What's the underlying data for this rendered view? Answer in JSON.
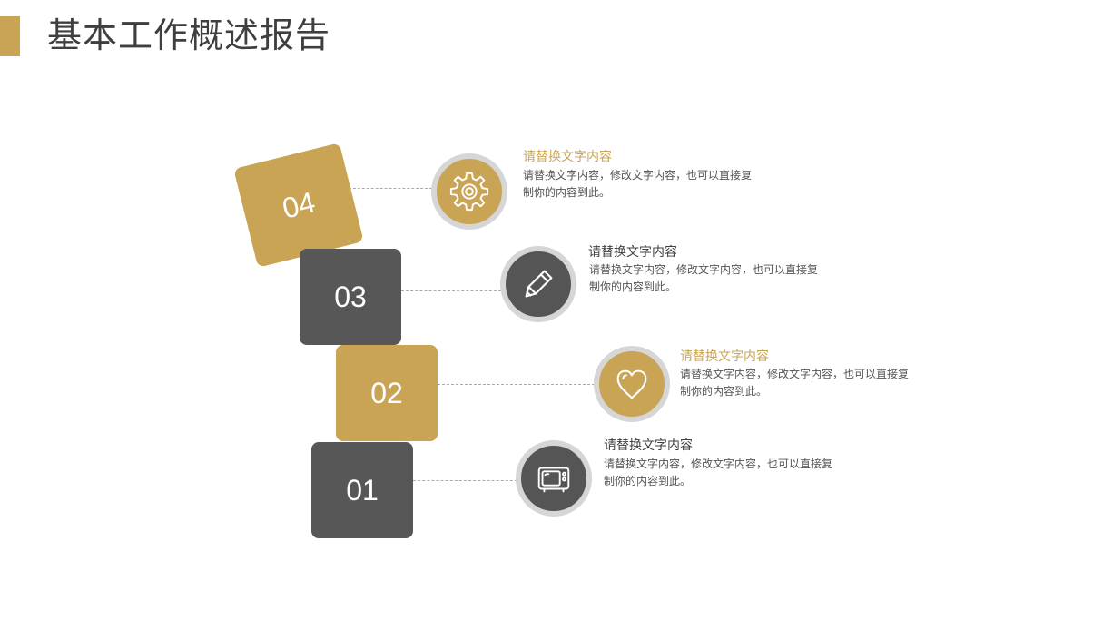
{
  "header": {
    "title": "基本工作概述报告"
  },
  "colors": {
    "gold": "#c9a455",
    "dark": "#575757",
    "ring": "#d6d6d6"
  },
  "items": [
    {
      "number": "01",
      "icon": "tv-icon",
      "title": "请替换文字内容",
      "description": "请替换文字内容，修改文字内容，也可以直接复制你的内容到此。"
    },
    {
      "number": "02",
      "icon": "heart-icon",
      "title": "请替换文字内容",
      "description": "请替换文字内容，修改文字内容，也可以直接复制你的内容到此。"
    },
    {
      "number": "03",
      "icon": "pencil-icon",
      "title": "请替换文字内容",
      "description": "请替换文字内容，修改文字内容，也可以直接复制你的内容到此。"
    },
    {
      "number": "04",
      "icon": "gear-icon",
      "title": "请替换文字内容",
      "description": "请替换文字内容，修改文字内容，也可以直接复制你的内容到此。"
    }
  ]
}
